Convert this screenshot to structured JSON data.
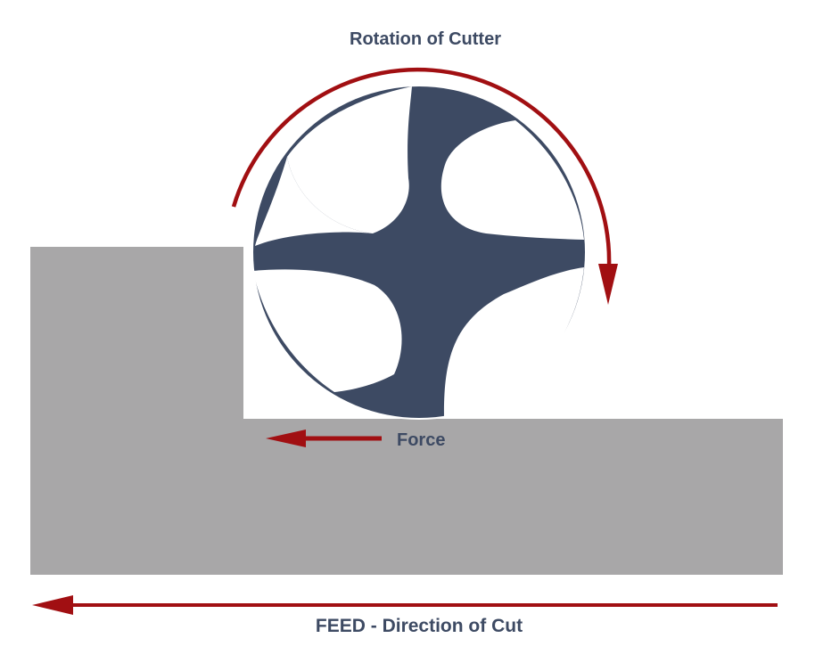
{
  "labels": {
    "rotation": "Rotation of Cutter",
    "force": "Force",
    "feed": "FEED - Direction of Cut"
  },
  "colors": {
    "workpiece": "#a8a7a8",
    "cutter": "#3d4a63",
    "arrow": "#a10f12",
    "text": "#3d4a63",
    "background": "#ffffff"
  }
}
